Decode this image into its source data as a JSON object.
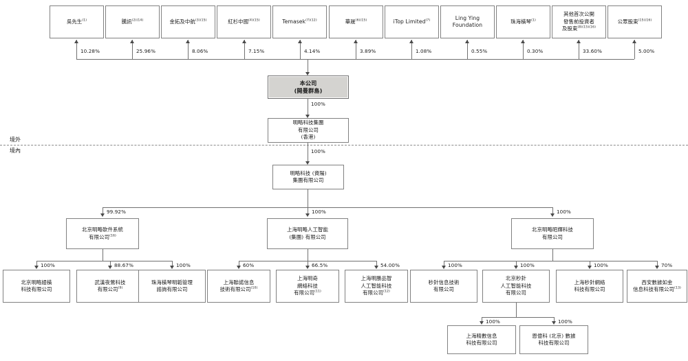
{
  "diagram": {
    "title": "Shareholding and corporate structure chart",
    "jurisdiction_labels": {
      "offshore": "境外",
      "onshore": "境內"
    },
    "company": {
      "name_line1": "本公司",
      "name_line2": "(開曼群島)"
    },
    "shareholders": [
      {
        "label": "吳先生",
        "sup": "(1)",
        "pct": "10.28%"
      },
      {
        "label": "騰訊",
        "sup": "(2)(14)",
        "pct": "25.96%"
      },
      {
        "label": "金拓及中航",
        "sup": "(3)(15)",
        "pct": "8.06%"
      },
      {
        "label": "紅杉中國",
        "sup": "(4)(15)",
        "pct": "7.15%"
      },
      {
        "label": "Temasek",
        "sup": "(7)(12)",
        "pct": "4.14%",
        "latin": true
      },
      {
        "label": "華晟",
        "sup": "(6)(15)",
        "pct": "3.89%"
      },
      {
        "label": "iTop Limited",
        "sup": "(7)",
        "pct": "1.08%",
        "latin": true
      },
      {
        "label": "Ling Ying\nFoundation",
        "sup": "",
        "pct": "0.55%",
        "latin": true
      },
      {
        "label": "珠海橫琴",
        "sup": "(1)",
        "pct": "0.30%"
      },
      {
        "label": "其他首次公開\n發售前投資者\n及股東",
        "sup": "(8)(15)(16)",
        "pct": "33.60%"
      },
      {
        "label": "公眾股東",
        "sup": "(15)(16)",
        "pct": "5.00%"
      }
    ],
    "hk_entity": {
      "line1": "明略科技集團",
      "line2": "有限公司",
      "line3": "(香港)",
      "pct_from_company": "100%"
    },
    "prc_holdco": {
      "line1": "明略科技 (資陽)",
      "line2": "集團有限公司",
      "pct_from_hk": "100%"
    },
    "level4": [
      {
        "line1": "北京明略軟件系統",
        "line2": "有限公司",
        "sup": "(16)",
        "pct": "99.92%"
      },
      {
        "line1": "上海明略人工智能",
        "line2": "(集團) 有限公司",
        "sup": "",
        "pct": "100%"
      },
      {
        "line1": "北京明略昭輝科技",
        "line2": "有限公司",
        "sup": "",
        "pct": "100%"
      }
    ],
    "level5_group_a": [
      {
        "line1": "北京明略嫚橫",
        "line2": "科技有限公司",
        "sup": "",
        "pct": "100%"
      },
      {
        "line1": "武漢夜鶯科技",
        "line2": "有限公司",
        "sup": "(9)",
        "pct": "88.67%"
      },
      {
        "line1": "珠海橫琴明韜管理",
        "line2": "諮詢有限公司",
        "sup": "",
        "pct": "100%"
      }
    ],
    "level5_group_b": [
      {
        "line1": "上海聯諾信息",
        "line2": "技術有限公司",
        "sup": "(10)",
        "pct": "60%"
      },
      {
        "line1": "上海明奇",
        "line2": "網絡科技",
        "line3": "有限公司",
        "sup": "(11)",
        "pct": "66.5%"
      },
      {
        "line1": "上海明勝品智",
        "line2": "人工智能科技",
        "line3": "有限公司",
        "sup": "(12)",
        "pct": "54.00%"
      }
    ],
    "level5_group_c": [
      {
        "line1": "秒針信息技術",
        "line2": "有限公司",
        "sup": "",
        "pct": "100%"
      },
      {
        "line1": "北京秒針",
        "line2": "人工智能科技",
        "line3": "有限公司",
        "sup": "",
        "pct": "100%"
      },
      {
        "line1": "上海秒針網絡",
        "line2": "科技有限公司",
        "sup": "",
        "pct": "100%"
      },
      {
        "line1": "西安數據如金",
        "line2": "信息科技有限公司",
        "sup": "(13)",
        "pct": "70%"
      }
    ],
    "level6": [
      {
        "line1": "上海精數信息",
        "line2": "科技有限公司",
        "sup": "",
        "pct": "100%"
      },
      {
        "line1": "恩億科 (北京) 數據",
        "line2": "科技有限公司",
        "sup": "",
        "pct": "100%"
      }
    ],
    "colors": {
      "company_fill": "#d4d3d0",
      "box_border": "#808080",
      "line": "#707070",
      "text": "#1a1a1a"
    }
  }
}
